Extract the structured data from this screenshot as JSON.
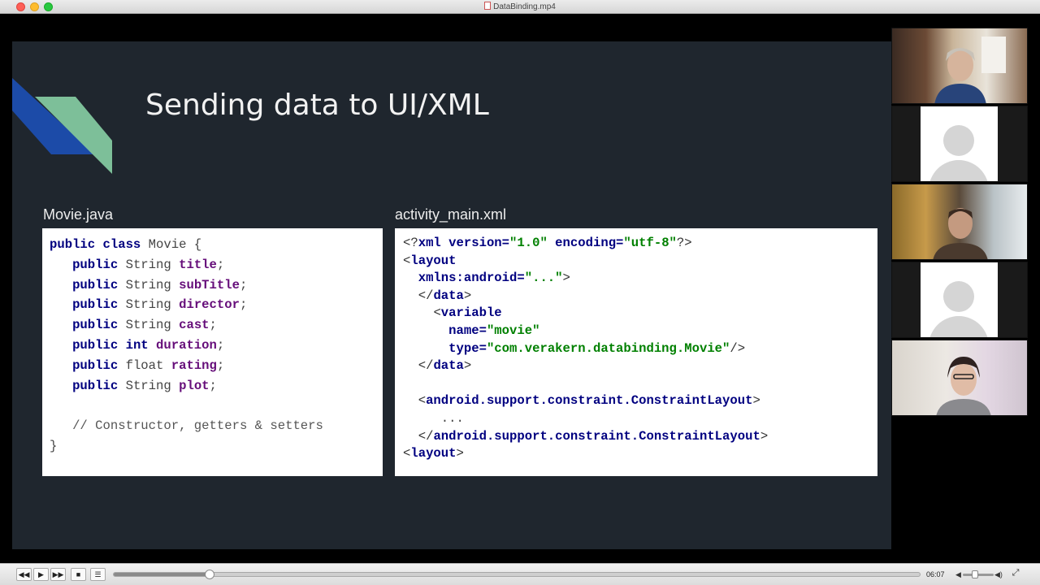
{
  "window": {
    "title": "DataBinding.mp4"
  },
  "slide": {
    "title": "Sending data to UI/XML",
    "left_label": "Movie.java",
    "right_label": "activity_main.xml",
    "java": {
      "line1_kw": "public class",
      "line1_rest": " Movie {",
      "fields": [
        {
          "kw": "public",
          "type": " String ",
          "name": "title",
          "end": ";"
        },
        {
          "kw": "public",
          "type": " String ",
          "name": "subTitle",
          "end": ";"
        },
        {
          "kw": "public",
          "type": " String ",
          "name": "director",
          "end": ";"
        },
        {
          "kw": "public",
          "type": " String ",
          "name": "cast",
          "end": ";"
        },
        {
          "kw": "public int",
          "type": " ",
          "name": "duration",
          "end": ";"
        },
        {
          "kw": "public",
          "type": " float ",
          "name": "rating",
          "end": ";"
        },
        {
          "kw": "public",
          "type": " String ",
          "name": "plot",
          "end": ";"
        }
      ],
      "comment": "// Constructor, getters & setters",
      "close": "}"
    },
    "xml": {
      "decl_open": "<?",
      "decl_xml": "xml",
      "decl_version_attr": " version=",
      "decl_version_val": "\"1.0\"",
      "decl_encoding_attr": " encoding=",
      "decl_encoding_val": "\"utf-8\"",
      "decl_close": "?>",
      "layout_tag": "layout",
      "xmlns_attr": "xmlns:android=",
      "xmlns_val": "\"...\"",
      "data_tag": "data",
      "variable_tag": "variable",
      "name_attr": "name=",
      "name_val": "\"movie\"",
      "type_attr": "type=",
      "type_val": "\"com.verakern.databinding.Movie\"",
      "cl_tag": "android.support.constraint.ConstraintLayout",
      "ellipsis": "...",
      "close_layout_tag": "layout"
    }
  },
  "participants": [
    {
      "name": "participant-1",
      "kind": "video"
    },
    {
      "name": "participant-2",
      "kind": "avatar"
    },
    {
      "name": "participant-3",
      "kind": "video"
    },
    {
      "name": "participant-4",
      "kind": "avatar"
    },
    {
      "name": "participant-5",
      "kind": "video"
    }
  ],
  "player": {
    "time": "06:07",
    "progress": 0.119,
    "volume": 0.4,
    "buttons": [
      "rewind-icon",
      "play-icon",
      "fast-forward-icon",
      "stop-icon",
      "playlist-icon"
    ],
    "glyphs": {
      "rewind": "◀◀",
      "play": "▶",
      "ffwd": "▶▶",
      "stop": "■",
      "list": "☰",
      "vol_low": "◀",
      "vol_high": "◀)",
      "fullscreen": "⤢"
    }
  }
}
